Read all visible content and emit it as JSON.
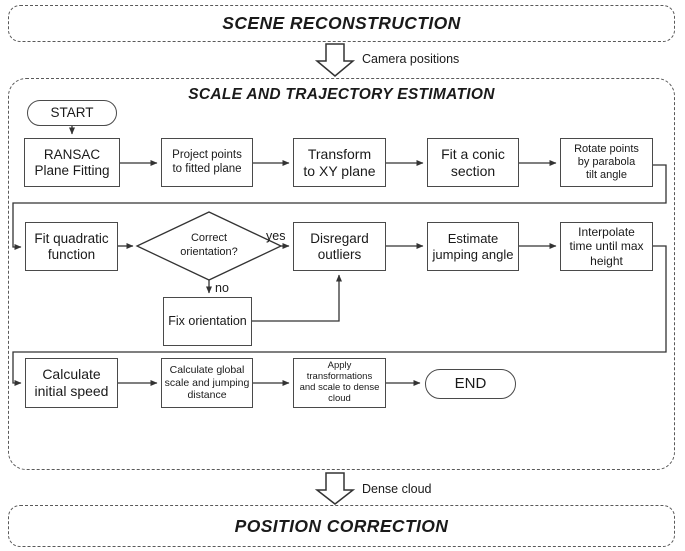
{
  "colors": {
    "background": "#ffffff",
    "line": "#333333",
    "box_border": "#4a4a4a",
    "dashed_border": "#595959",
    "text": "#1a1a1a"
  },
  "banners": {
    "scene_reconstruction": "SCENE RECONSTRUCTION",
    "position_correction": "POSITION CORRECTION"
  },
  "flow_arrows": {
    "camera_positions": "Camera positions",
    "dense_cloud": "Dense cloud"
  },
  "panel": {
    "title": "SCALE AND TRAJECTORY ESTIMATION",
    "terminals": {
      "start": "START",
      "end": "END"
    },
    "nodes": {
      "ransac": "RANSAC\nPlane Fitting",
      "project": "Project points\nto fitted plane",
      "transform": "Transform\nto XY plane",
      "conic": "Fit a conic\nsection",
      "rotate": "Rotate points\nby parabola\ntilt angle",
      "quadratic": "Fit quadratic\nfunction",
      "disregard": "Disregard\noutliers",
      "estimate": "Estimate\njumping angle",
      "interpolate": "Interpolate\ntime until max\nheight",
      "fix": "Fix orientation",
      "speed": "Calculate\ninitial speed",
      "global_scale": "Calculate global\nscale and jumping\ndistance",
      "apply": "Apply\ntransformations\nand scale to dense\ncloud"
    },
    "decision": {
      "label": "Correct\norientation?",
      "yes": "yes",
      "no": "no"
    }
  }
}
